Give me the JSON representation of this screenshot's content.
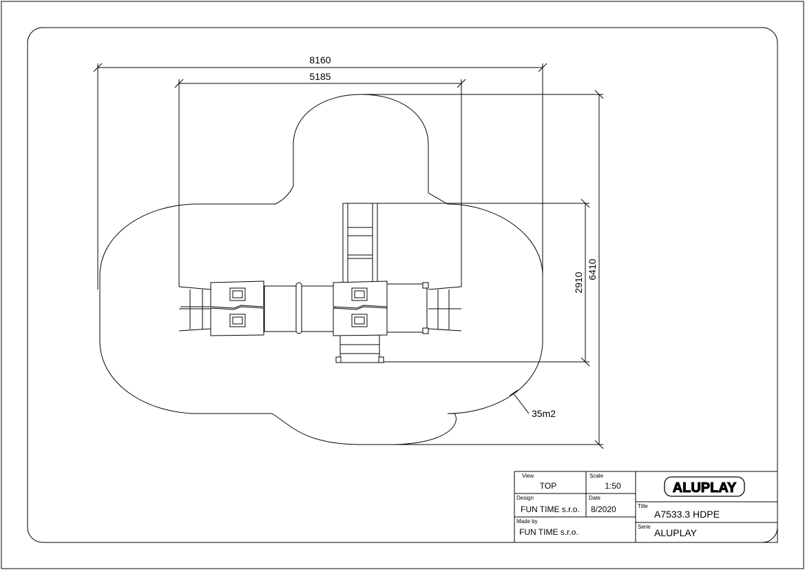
{
  "dimensions": {
    "overall_width": "8160",
    "structure_width": "5185",
    "overall_height": "6410",
    "structure_height": "2910",
    "safety_area": "35m2"
  },
  "title_block": {
    "view_label": "View",
    "view_value": "TOP",
    "scale_label": "Scale",
    "scale_value": "1:50",
    "design_label": "Design",
    "design_value": "FUN TIME s.r.o.",
    "date_label": "Date",
    "date_value": "8/2020",
    "made_by_label": "Made by",
    "made_by_value": "FUN TIME s.r.o.",
    "title_label": "Title",
    "title_value": "A7533.3 HDPE",
    "serie_label": "Serie",
    "serie_value": "ALUPLAY",
    "logo_text": "ALUPLAY"
  }
}
